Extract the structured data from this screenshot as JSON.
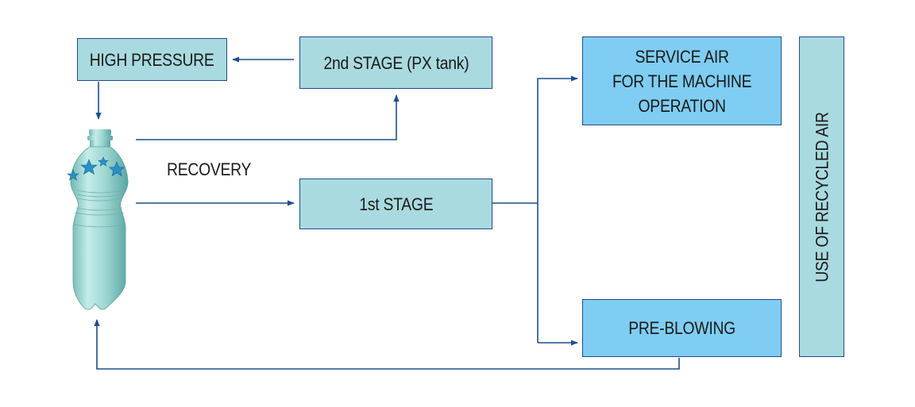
{
  "boxes": {
    "high_pressure": "HIGH PRESSURE",
    "second_stage": "2nd STAGE (PX tank)",
    "first_stage": "1st STAGE",
    "service_air": "SERVICE AIR\nFOR THE MACHINE\nOPERATION",
    "pre_blowing": "PRE-BLOWING",
    "use_recycled_air": "USE OF RECYCLED AIR"
  },
  "labels": {
    "recovery": "RECOVERY"
  },
  "colors": {
    "light_box": "#a9dadf",
    "blue_box": "#7fcdf2",
    "line": "#1f4d8c",
    "bottle": "#9fd6d2",
    "stars": "#2a8fc4"
  },
  "icons": {
    "bottle": "pet-bottle-icon"
  }
}
